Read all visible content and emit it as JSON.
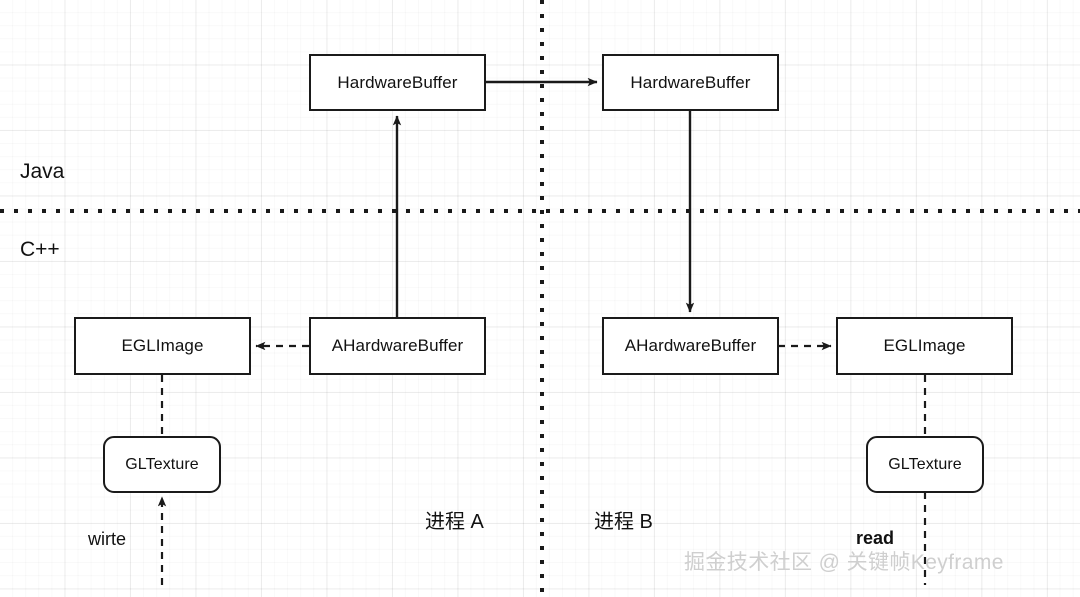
{
  "diagram": {
    "title": "Android HardwareBuffer cross-process sharing",
    "background": "#ffffff",
    "grid_color": "#f0f0f0",
    "stroke_color": "#1a1a1a",
    "watermark_color": "#cfcfcf",
    "lane_labels": [
      {
        "id": "java",
        "text": "Java"
      },
      {
        "id": "cpp",
        "text": "C++"
      }
    ],
    "process_labels": [
      {
        "id": "process-a",
        "text": "进程 A"
      },
      {
        "id": "process-b",
        "text": "进程 B"
      }
    ],
    "nodes": [
      {
        "id": "hardwarebuffer-a",
        "text": "HardwareBuffer",
        "shape": "rect"
      },
      {
        "id": "hardwarebuffer-b",
        "text": "HardwareBuffer",
        "shape": "rect"
      },
      {
        "id": "ahardwarebuffer-a",
        "text": "AHardwareBuffer",
        "shape": "rect"
      },
      {
        "id": "ahardwarebuffer-b",
        "text": "AHardwareBuffer",
        "shape": "rect"
      },
      {
        "id": "eglimage-a",
        "text": "EGLImage",
        "shape": "rect"
      },
      {
        "id": "eglimage-b",
        "text": "EGLImage",
        "shape": "rect"
      },
      {
        "id": "gltexture-a",
        "text": "GLTexture",
        "shape": "rounded-rect"
      },
      {
        "id": "gltexture-b",
        "text": "GLTexture",
        "shape": "rounded-rect"
      }
    ],
    "edge_labels": [
      {
        "id": "write",
        "text": "wirte",
        "bold": false
      },
      {
        "id": "read",
        "text": "read",
        "bold": true
      }
    ],
    "watermark": {
      "text": "掘金技术社区 @ 关键帧Keyframe"
    }
  }
}
